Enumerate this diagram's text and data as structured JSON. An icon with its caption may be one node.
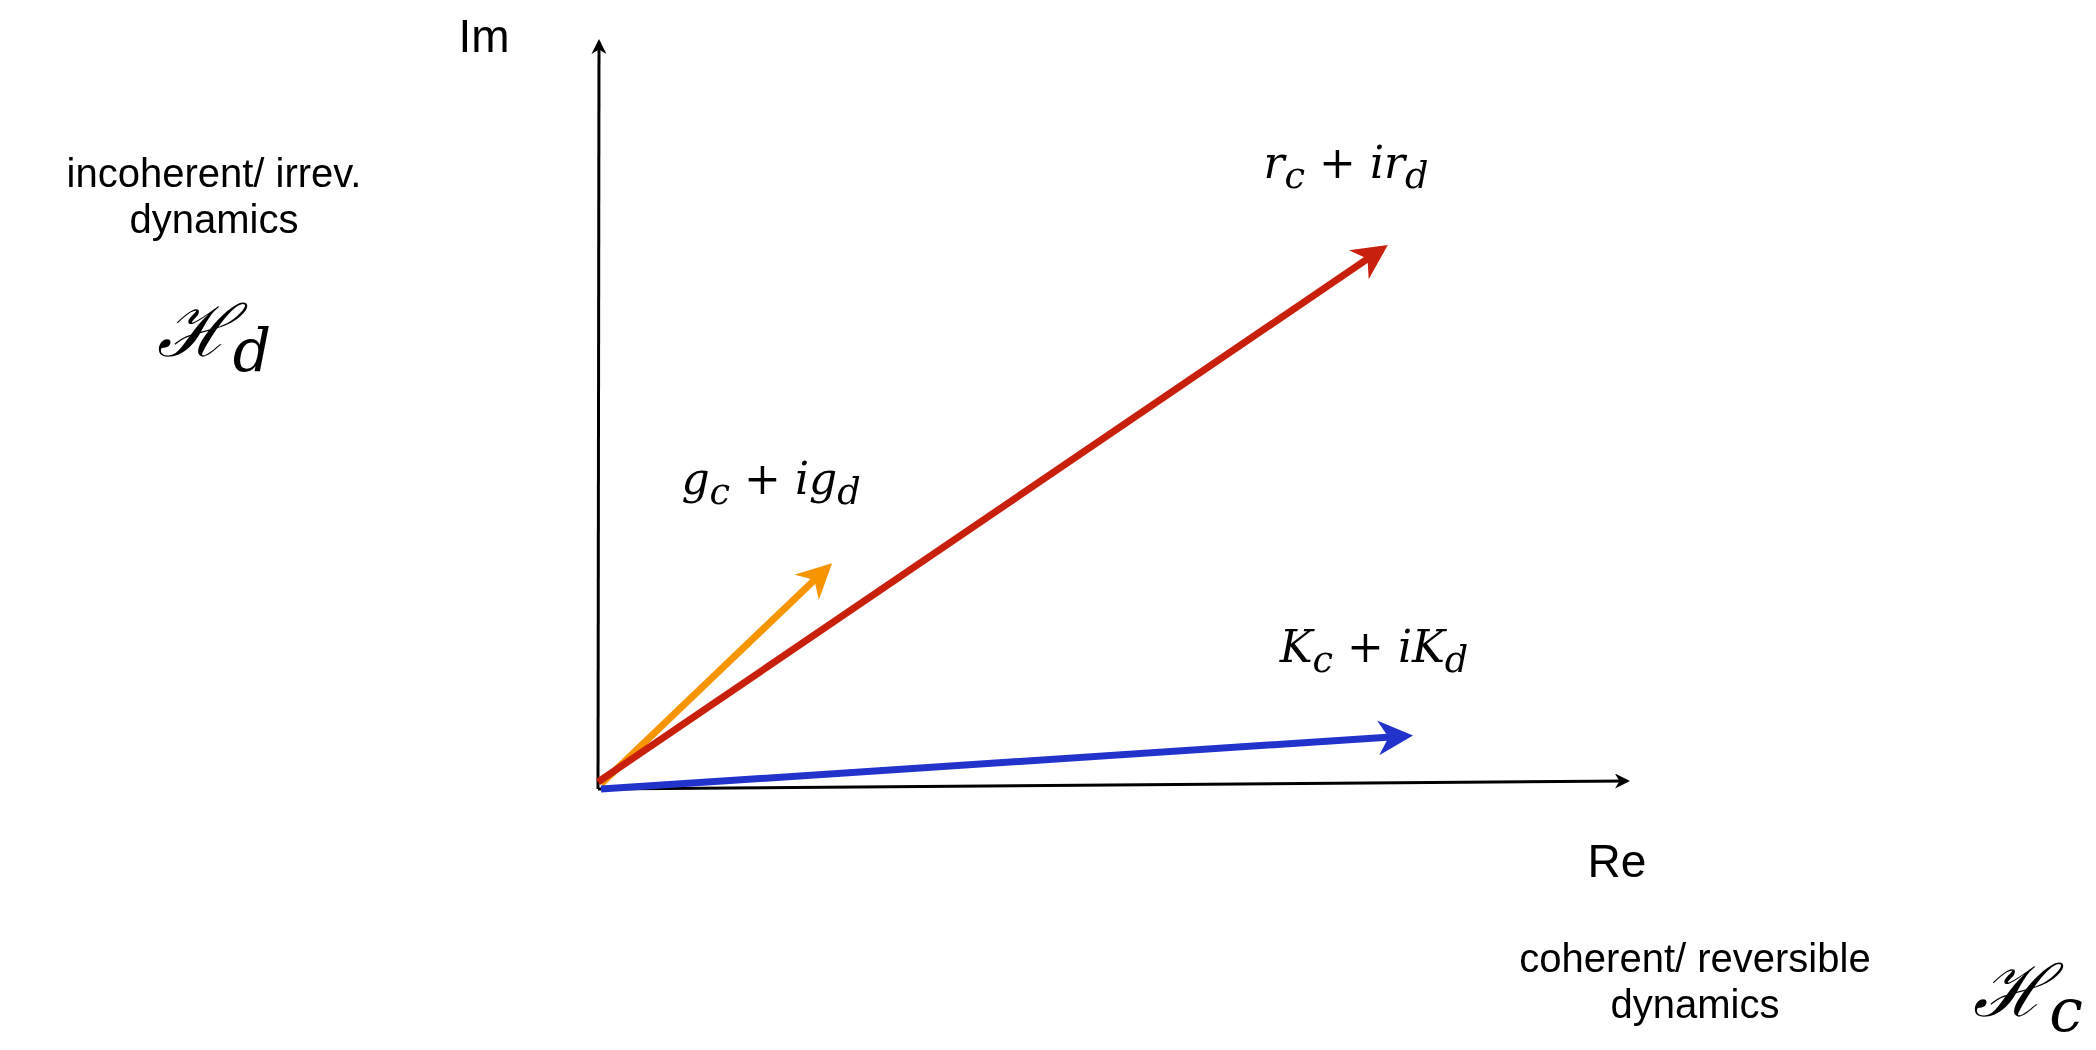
{
  "diagram": {
    "labels": [
      "Im",
      "incoherent/ irrev. dynamics",
      "r$_{c}$ + ir$_{d}$",
      "ℋ$_{d}$",
      "g$_{c}$ + ig$_{d}$",
      "K$_{c}$ + iK$_{d}$",
      "Re",
      "coherent/ reversible dynamics",
      "ℋ$_{c}$"
    ]
  }
}
